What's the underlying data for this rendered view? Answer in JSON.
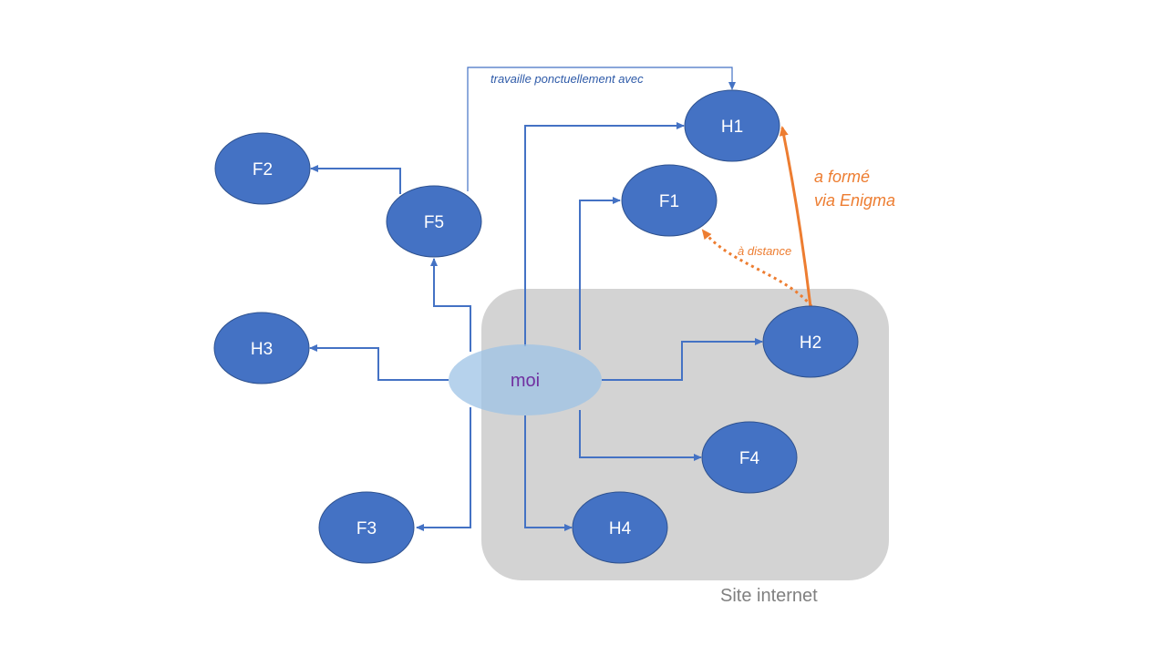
{
  "colors": {
    "node_fill": "#4472c4",
    "node_stroke": "#2f528f",
    "center_fill": "#9dc3e6",
    "center_text": "#7030a0",
    "edge": "#4472c4",
    "highlight_edge": "#ed7d31",
    "group_fill": "#d3d3d3"
  },
  "nodes": {
    "moi": "moi",
    "H1": "H1",
    "H2": "H2",
    "H3": "H3",
    "H4": "H4",
    "F1": "F1",
    "F2": "F2",
    "F3": "F3",
    "F4": "F4",
    "F5": "F5"
  },
  "labels": {
    "f5_h1": "travaille ponctuellement avec",
    "h2_f1": "à distance",
    "h2_h1_line1": "a formé",
    "h2_h1_line2": "via Enigma",
    "group": "Site internet"
  }
}
